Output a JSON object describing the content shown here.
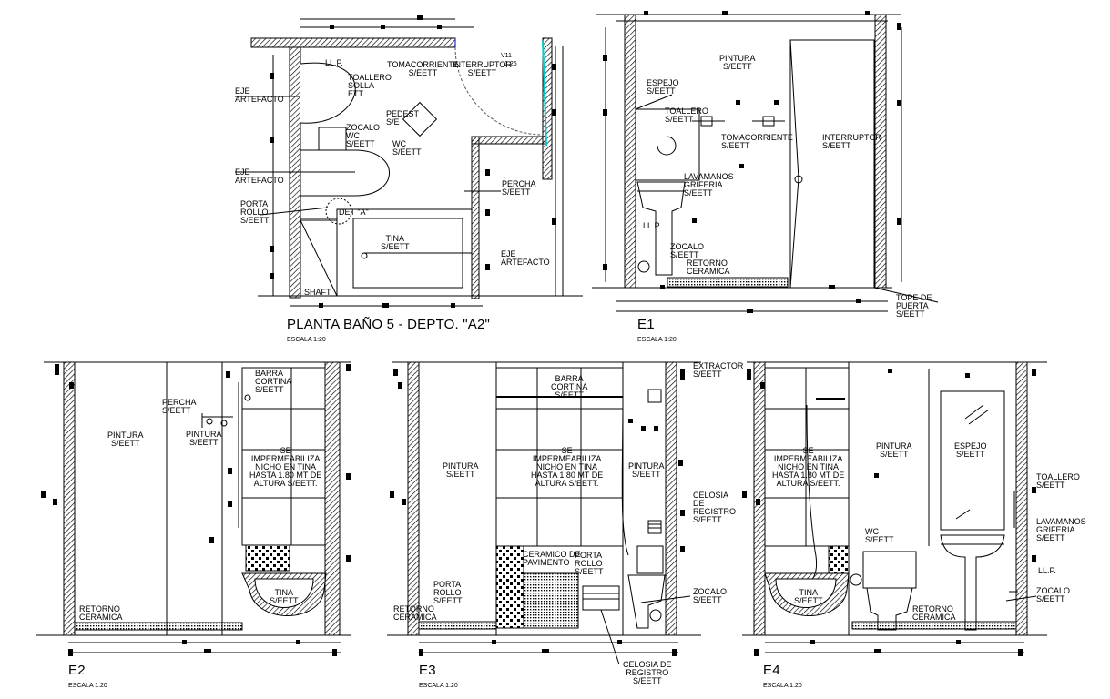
{
  "plan": {
    "title": "PLANTA BAÑO 5 - DEPTO. \"A2\"",
    "scale": "ESCALA 1:20",
    "labels": {
      "eje1": "EJE\nARTEFACTO",
      "eje2": "EJE\nARTEFACTO",
      "eje3": "EJE\nARTEFACTO",
      "llp": "LL.P.",
      "toallero": "TOALLERO\nSOLLA\nETT",
      "tomacorriente": "TOMACORRIENTE\nS/EETT",
      "interruptor": "INTERRUPTOR\nS/EETT",
      "v11": "V11",
      "v11b": "1.26",
      "pedestal": "PEDEST\nS/E",
      "zocalo": "ZOCALO\nWC\nS/EETT",
      "wc": "WC\nS/EETT",
      "porta_rollo": "PORTA\nROLLO\nS/EETT",
      "det": "DET \"A\"",
      "percha": "PERCHA\nS/EETT",
      "tina": "TINA\nS/EETT",
      "shaft": "SHAFT"
    }
  },
  "e1": {
    "title": "E1",
    "scale": "ESCALA 1:20",
    "labels": {
      "pintura": "PINTURA\nS/EETT",
      "espejo": "ESPEJO\nS/EETT",
      "toallero": "TOALLERO\nS/EETT",
      "tomacorriente": "TOMACORRIENTE\nS/EETT",
      "interruptor": "INTERRUPTOR\nS/EETT",
      "lavamanos": "LAVAMANOS\nGRIFERIA\nS/EETT",
      "llp": "LL.P.",
      "zocalo": "ZOCALO\nS/EETT",
      "retorno": "RETORNO\nCERAMICA",
      "tope": "TOPE DE\nPUERTA\nS/EETT"
    }
  },
  "e2": {
    "title": "E2",
    "scale": "ESCALA 1:20",
    "labels": {
      "barra": "BARRA\nCORTINA\nS/EETT",
      "percha": "PERCHA\nS/EETT",
      "pintura1": "PINTURA\nS/EETT",
      "pintura2": "PINTURA\nS/EETT",
      "impermeabiliza": "SE\nIMPERMEABILIZA\nNICHO EN TINA\nHASTA 1.80 mt DE\nALTURA S/EETT.",
      "tina": "TINA\nS/EETT",
      "retorno": "RETORNO\nCERAMICA"
    }
  },
  "e3": {
    "title": "E3",
    "scale": "ESCALA 1:20",
    "labels": {
      "extractor": "EXTRACTOR\nS/EETT",
      "barra": "BARRA\nCORTINA\nS/EETT",
      "pintura1": "PINTURA\nS/EETT",
      "pintura2": "PINTURA\nS/EETT",
      "impermeabiliza": "SE\nIMPERMEABILIZA\nNICHO EN TINA\nHASTA 1.80 mt DE\nALTURA S/EETT.",
      "celosia1": "CELOSIA\nDE\nREGISTRO\nS/EETT",
      "ceramico": "CERAMICO DE\nPAVIMENTO",
      "porta_rollo2": "PORTA\nROLLO\nS/EETT",
      "porta_rollo": "PORTA\nROLLO\nS/EETT",
      "zocalo": "ZOCALO\nS/EETT",
      "retorno": "RETORNO\nCERAMICA",
      "celosia2": "CELOSIA DE\nREGISTRO\nS/EETT"
    }
  },
  "e4": {
    "title": "E4",
    "scale": "ESCALA 1:20",
    "labels": {
      "impermeabiliza": "SE\nIMPERMEABILIZA\nNICHO EN TINA\nHASTA 1.80 mt DE\nALTURA S/EETT.",
      "pintura": "PINTURA\nS/EETT",
      "espejo": "ESPEJO\nS/EETT",
      "toallero": "TOALLERO\nS/EETT",
      "lavamanos": "LAVAMANOS\nGRIFERIA\nS/EETT",
      "llp": "LL.P.",
      "zocalo": "ZOCALO\nS/EETT",
      "wc": "WC\nS/EETT",
      "tina": "TINA\nS/EETT",
      "retorno": "RETORNO\nCERAMICA"
    }
  }
}
